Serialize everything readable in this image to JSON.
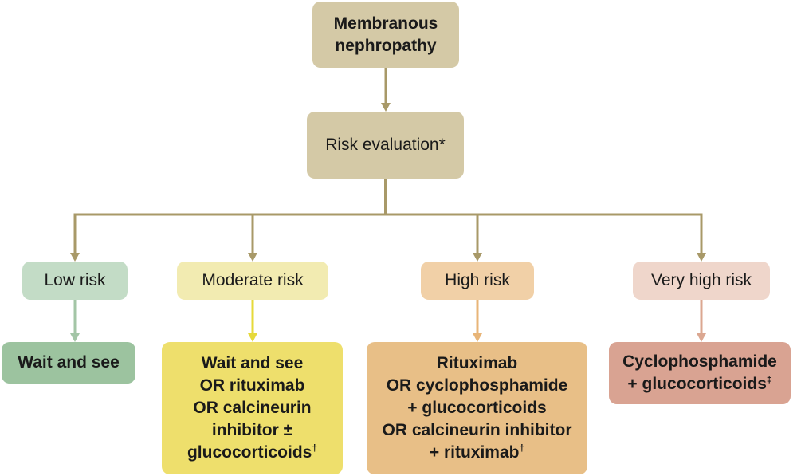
{
  "colors": {
    "connector": "#a89968",
    "root_fill": "#d4c9a6",
    "low": "#c3dcc6",
    "low_arrow": "#a3c5a6",
    "low_outcome": "#9cc39f",
    "moderate": "#f2ebb1",
    "moderate_arrow": "#e6d93a",
    "moderate_outcome": "#eedf6c",
    "high": "#f1d0a7",
    "high_arrow": "#e8b578",
    "high_outcome": "#e8bf87",
    "very_high": "#efd6cb",
    "very_high_arrow": "#dba791",
    "very_high_outcome": "#d9a392"
  },
  "root": {
    "lines": [
      "Membranous",
      "nephropathy"
    ]
  },
  "evaluation": {
    "label": "Risk evaluation*"
  },
  "levels": [
    {
      "key": "low",
      "label": "Low risk",
      "outcome": [
        {
          "text": "Wait and see"
        }
      ]
    },
    {
      "key": "moderate",
      "label": "Moderate risk",
      "outcome": [
        {
          "text": "Wait and see"
        },
        {
          "text": "OR rituximab"
        },
        {
          "text": "OR calcineurin"
        },
        {
          "text": "inhibitor ±"
        },
        {
          "text": "glucocorticoids",
          "mark": "†"
        }
      ]
    },
    {
      "key": "high",
      "label": "High risk",
      "outcome": [
        {
          "text": "Rituximab"
        },
        {
          "text": "OR cyclophosphamide"
        },
        {
          "text": "+ glucocorticoids"
        },
        {
          "text": "OR calcineurin inhibitor"
        },
        {
          "text": "+ rituximab",
          "mark": "†"
        }
      ]
    },
    {
      "key": "very_high",
      "label": "Very high risk",
      "outcome": [
        {
          "text": "Cyclophosphamide"
        },
        {
          "text": "+ glucocorticoids",
          "mark": "‡"
        }
      ]
    }
  ]
}
